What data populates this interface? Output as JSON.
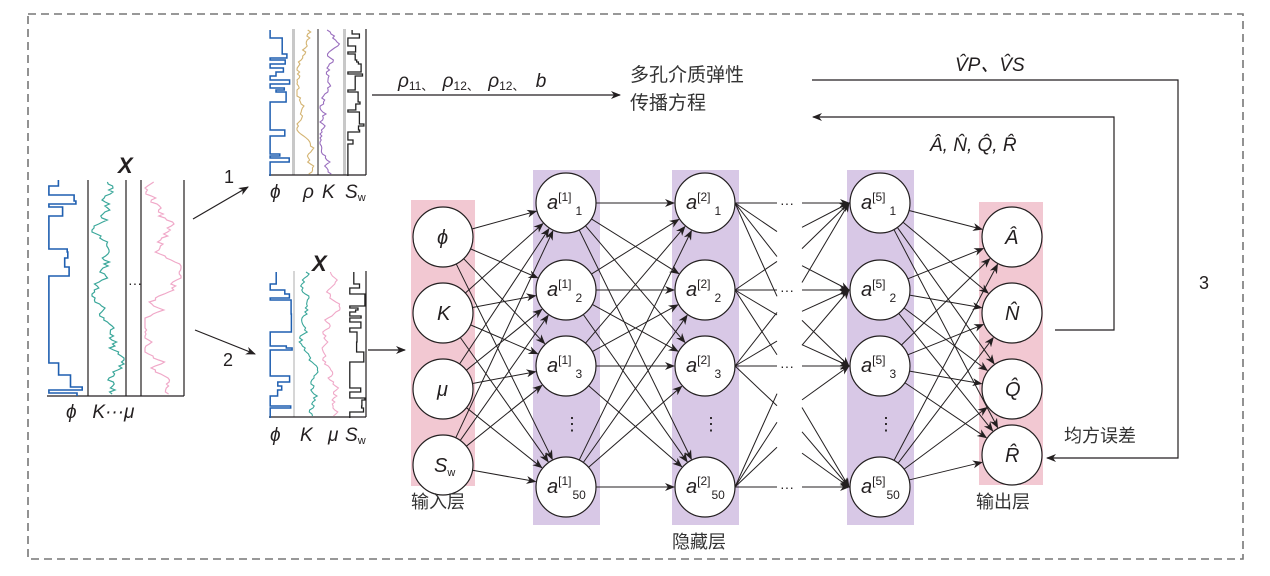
{
  "colors": {
    "porosity": "#1f5fb0",
    "permeability": "#3aa79a",
    "mu": "#f0a8c8",
    "rho": "#d4b472",
    "k_purple": "#9a6fbf",
    "sw": "#222222",
    "input_band": "#f2c8d2",
    "hidden_band": "#d8c8e6",
    "output_band": "#f2c8d2",
    "frame": "#777777"
  },
  "source_logs": {
    "title": "X",
    "axis_label": "ϕ   K···μ",
    "ellipsis": "···"
  },
  "path_labels": {
    "p1": "1",
    "p2": "2",
    "p3": "3"
  },
  "branch1_logs": {
    "labels": [
      "ϕ",
      "ρ",
      "K",
      "S",
      "w"
    ]
  },
  "branch2_logs": {
    "title": "X",
    "labels": [
      "ϕ",
      "K",
      "μ",
      "S",
      "w"
    ]
  },
  "physics": {
    "params_label": "ρ11、ρ12、ρ12、b",
    "params": [
      {
        "base": "ρ",
        "sub": "11",
        "sep": "、"
      },
      {
        "base": "ρ",
        "sub": "12",
        "sep": "、"
      },
      {
        "base": "ρ",
        "sub": "12",
        "sep": "、"
      },
      {
        "base": "b",
        "sub": "",
        "sep": ""
      }
    ],
    "equation_line1": "多孔介质弹性",
    "equation_line2": "传播方程",
    "velocity_label": "V̂P、V̂S",
    "coefficient_label": "Â, N̂, Q̂, R̂",
    "loss_label": "均方误差"
  },
  "network": {
    "input_layer_label": "输入层",
    "hidden_layer_label": "隐藏层",
    "output_layer_label": "输出层",
    "inputs": [
      {
        "base": "ϕ",
        "sub": ""
      },
      {
        "base": "K",
        "sub": ""
      },
      {
        "base": "μ",
        "sub": ""
      },
      {
        "base": "S",
        "sub": "w"
      }
    ],
    "hidden_layers": [
      {
        "layer": "1",
        "nodes": [
          "1",
          "2",
          "3",
          "50"
        ]
      },
      {
        "layer": "2",
        "nodes": [
          "1",
          "2",
          "3",
          "50"
        ]
      },
      {
        "layer": "5",
        "nodes": [
          "1",
          "2",
          "3",
          "50"
        ]
      }
    ],
    "vertical_ellipsis": "⋮",
    "horizontal_ellipsis": "···",
    "outputs": [
      "Â",
      "N̂",
      "Q̂",
      "R̂"
    ]
  }
}
